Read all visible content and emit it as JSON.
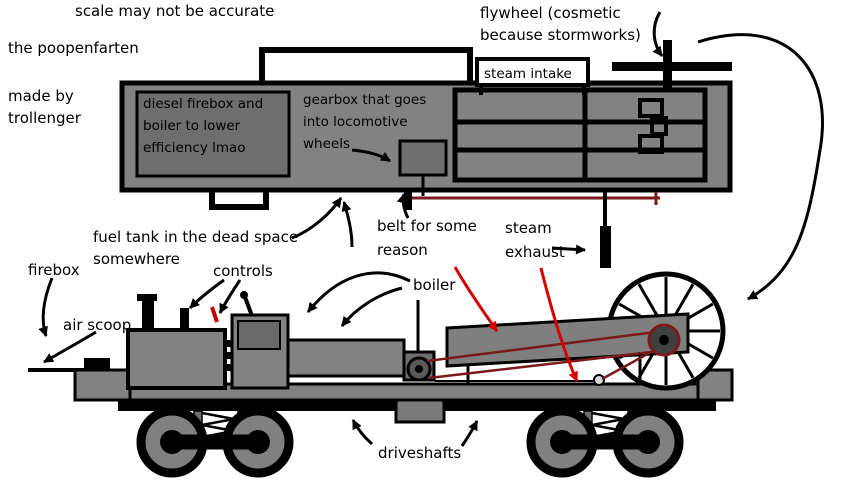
{
  "meta": {
    "scale_note": "scale may not be accurate",
    "title": "the poopenfarten",
    "credit": [
      "made by",
      "trollenger"
    ]
  },
  "top_view": {
    "flywheel_note": [
      "flywheel (cosmetic",
      "because stormworks)"
    ],
    "steam_intake": "steam intake",
    "diesel_box": [
      "diesel firebox and",
      "boiler to lower",
      "efficiency lmao"
    ],
    "gearbox_note": [
      "gearbox that goes",
      "into locomotive",
      "wheels"
    ],
    "fuel_tank_note": [
      "fuel tank in the dead space",
      "somewhere"
    ],
    "belt_note": [
      "belt for some",
      "reason"
    ],
    "steam_exhaust_note": [
      "steam",
      "exhaust"
    ]
  },
  "side_view": {
    "firebox": "firebox",
    "controls": "controls",
    "boiler": "boiler",
    "air_scoop": "air scoop",
    "driveshafts": "driveshafts"
  },
  "colors": {
    "body_gray": "#828282",
    "dark_gray": "#6e6e6e",
    "black": "#000000",
    "belt_maroon": "#7a1a1a",
    "arrow_red": "#d40000",
    "background": "#ffffff"
  }
}
